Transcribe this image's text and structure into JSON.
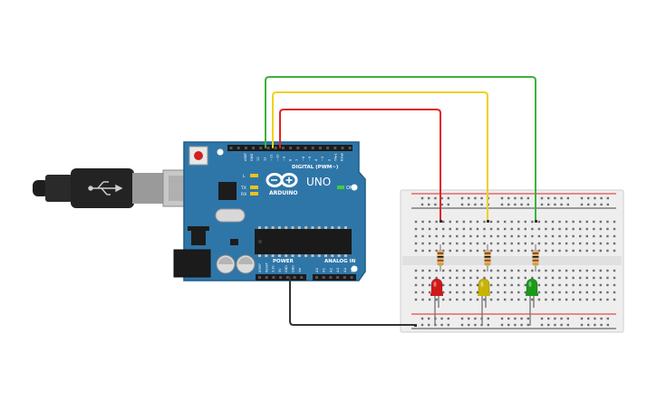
{
  "board": {
    "brand": "ARDUINO",
    "model": "UNO",
    "digital_label": "DIGITAL (PWM~)",
    "power_label": "POWER",
    "analog_label": "ANALOG IN",
    "on_label": "ON",
    "led_l_label": "L",
    "led_tx_label": "TX",
    "led_rx_label": "RX",
    "top_pin_labels": [
      "AREF",
      "GND",
      "13",
      "12",
      "~11",
      "~10",
      "~9",
      "8",
      "7",
      "~6",
      "~5",
      "4",
      "~3",
      "2",
      "TX▸1",
      "RX◂0"
    ],
    "power_pin_labels": [
      "IOREF",
      "RESET",
      "3.3V",
      "5V",
      "GND",
      "GND",
      "Vin"
    ],
    "analog_pin_labels": [
      "A0",
      "A1",
      "A2",
      "A3",
      "A4",
      "A5"
    ]
  },
  "components": {
    "leds": [
      {
        "name": "red-led",
        "color": "#d01818"
      },
      {
        "name": "yellow-led",
        "color": "#c8b400"
      },
      {
        "name": "green-led",
        "color": "#1a9a1a"
      }
    ],
    "wire_colors": {
      "red": "#e02424",
      "yellow": "#f0d020",
      "green": "#3cb23c",
      "ground": "#333333"
    }
  }
}
